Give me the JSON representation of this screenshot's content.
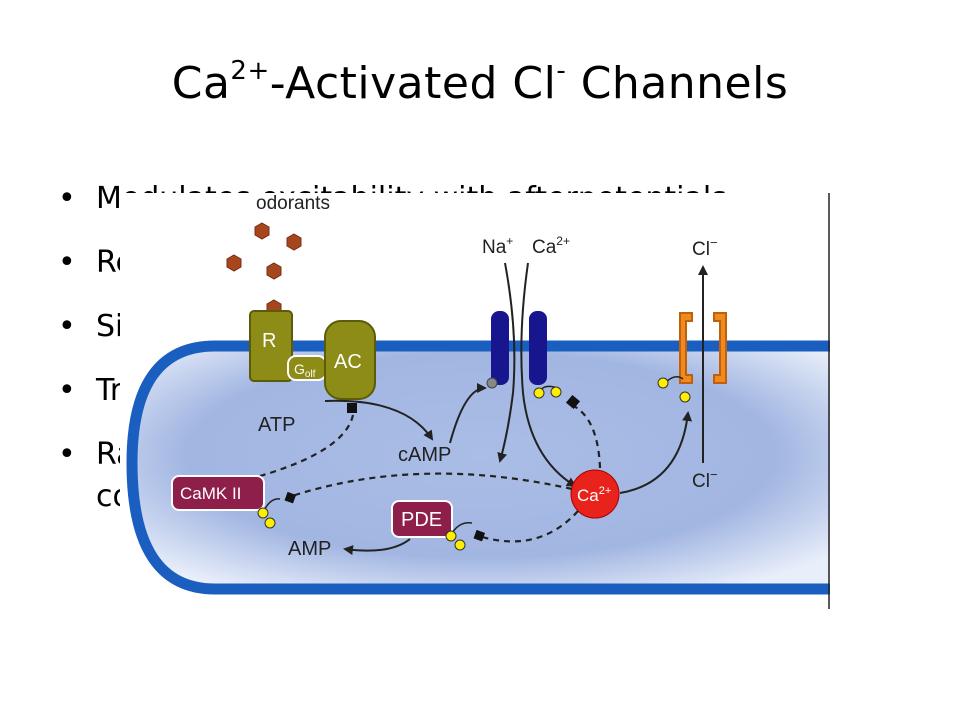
{
  "slide": {
    "title_main": "Ca",
    "title_sup1": "2+",
    "title_mid": "-Activated Cl",
    "title_sup2": "-",
    "title_end": " Channels"
  },
  "bullets": [
    {
      "text": "Modulates excitability with afterpotentials"
    },
    {
      "text": "Re"
    },
    {
      "text": "Si"
    },
    {
      "text": "Tr"
    },
    {
      "text": "Ra",
      "continuation": "co"
    }
  ],
  "diagram": {
    "odorants": "odorants",
    "receptor": "R",
    "golf_main": "G",
    "golf_sub": "olf",
    "ac": "AC",
    "atp": "ATP",
    "camp": "cAMP",
    "amp": "AMP",
    "pde": "PDE",
    "camkii": "CaMK II",
    "na": "Na",
    "na_sup": "+",
    "ca": "Ca",
    "ca_sup": "2+",
    "cl_top": "Cl",
    "cl_top_sup": "−",
    "cl_bottom": "Cl",
    "cl_bottom_sup": "−",
    "ca_ion": "Ca",
    "ca_ion_sup": "2+"
  },
  "colors": {
    "membrane": "#1a5fc0",
    "cytoplasm": "#9fb4e2",
    "receptor": "#8c8c16",
    "cng_channel": "#17168f",
    "cl_channel": "#f08a1c",
    "ca_ion": "#e8231c",
    "enzyme": "#8e1f4a",
    "odorant": "#a5461e",
    "phosphate": "#ffee00"
  }
}
